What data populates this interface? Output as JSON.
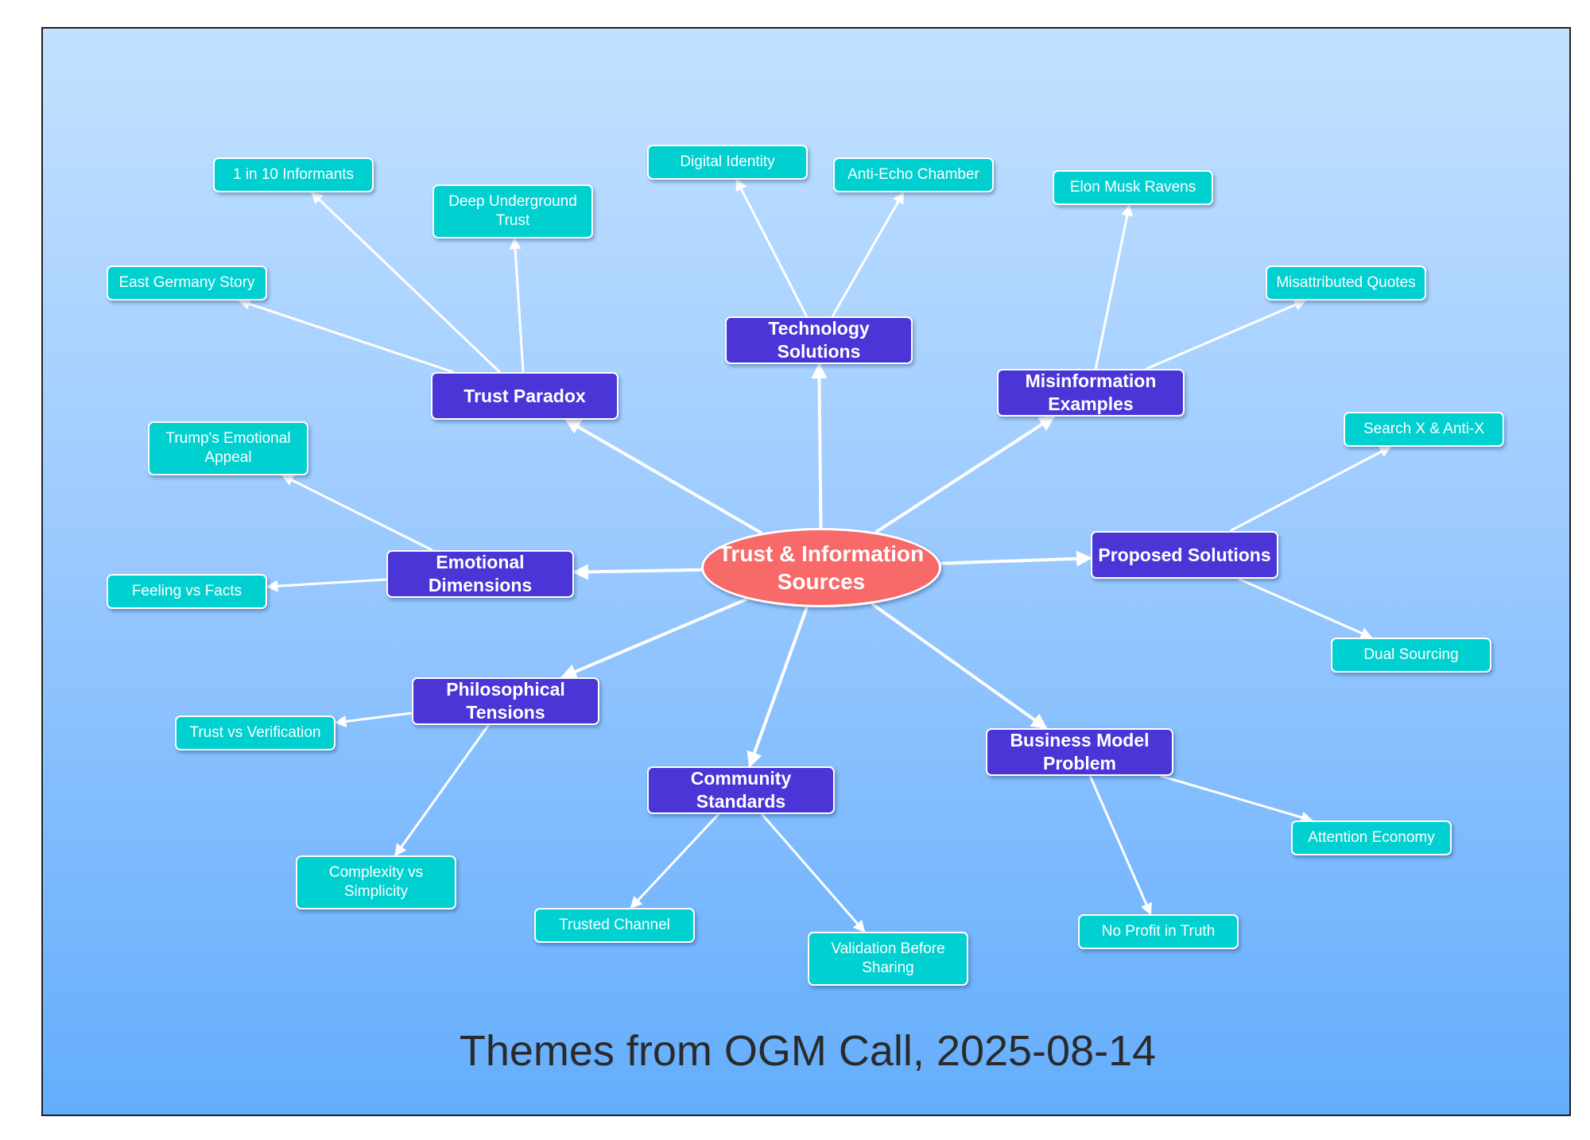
{
  "title": "Themes from OGM Call, 2025-08-14",
  "colors": {
    "center": "#f86a69",
    "topic": "#4b35d6",
    "leaf": "#00d0d0",
    "edge": "#ffffff"
  },
  "center": {
    "label": "Trust & Information Sources"
  },
  "topics": {
    "trust_paradox": {
      "label": "Trust Paradox",
      "children": [
        "East Germany Story",
        "1 in 10 Informants",
        "Deep Underground Trust"
      ]
    },
    "technology_solutions": {
      "label": "Technology Solutions",
      "children": [
        "Digital Identity",
        "Anti-Echo Chamber"
      ]
    },
    "misinformation_examples": {
      "label": "Misinformation Examples",
      "children": [
        "Elon Musk Ravens",
        "Misattributed Quotes"
      ]
    },
    "proposed_solutions": {
      "label": "Proposed Solutions",
      "children": [
        "Search X & Anti-X",
        "Dual Sourcing"
      ]
    },
    "business_model_problem": {
      "label": "Business Model Problem",
      "children": [
        "Attention Economy",
        "No Profit in Truth"
      ]
    },
    "community_standards": {
      "label": "Community Standards",
      "children": [
        "Trusted Channel",
        "Validation Before Sharing"
      ]
    },
    "philosophical_tensions": {
      "label": "Philosophical Tensions",
      "children": [
        "Trust vs Verification",
        "Complexity vs Simplicity"
      ]
    },
    "emotional_dimensions": {
      "label": "Emotional Dimensions",
      "children": [
        "Trump's Emotional Appeal",
        "Feeling vs Facts"
      ]
    }
  }
}
